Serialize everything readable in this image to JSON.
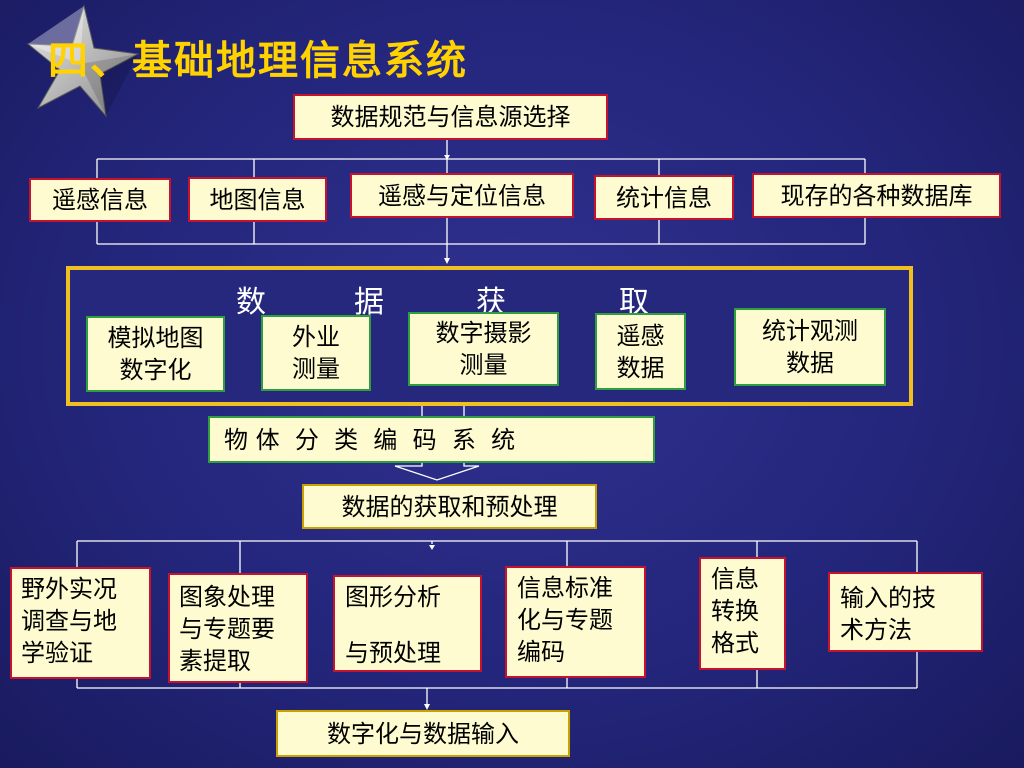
{
  "title": "四、基础地理信息系统",
  "top_box": "数据规范与信息源选择",
  "sources": [
    "遥感信息",
    "地图信息",
    "遥感与定位信息",
    "统计信息",
    "现存的各种数据库"
  ],
  "acquisition": {
    "label_chars": [
      "数",
      "据",
      "获",
      "取"
    ],
    "methods": [
      "模拟地图\n数字化",
      "外业\n测量",
      "数字摄影\n测量",
      "遥感\n数据",
      "统计观测\n数据"
    ]
  },
  "classification": "物 体  分  类  编  码  系  统",
  "preprocess": "数据的获取和预处理",
  "steps": [
    "野外实况\n调查与地\n学验证",
    "图象处理\n与专题要\n素提取",
    "图形分析\n\n与预处理",
    "信息标准\n化与专题\n编码",
    "信息\n转换\n格式",
    "输入的技\n术方法"
  ],
  "bottom_box": "数字化与数据输入",
  "colors": {
    "background": "#24267c",
    "title": "#ffd200",
    "box_fill": "#fdfbcf",
    "red_border": "#c4122f",
    "green_border": "#2e9e3f",
    "gold_frame": "#f0c020"
  }
}
